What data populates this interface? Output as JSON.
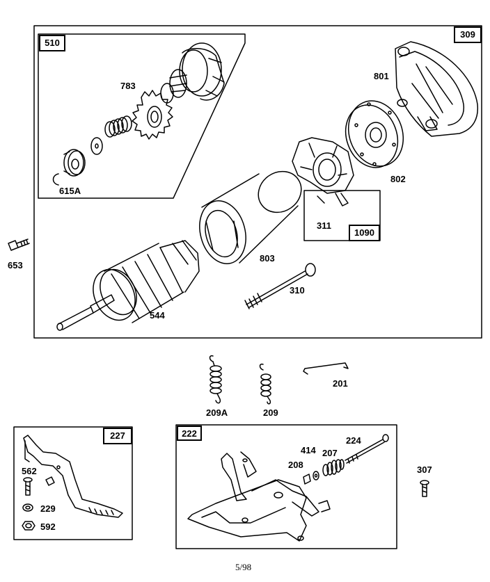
{
  "groups": {
    "g309": "309",
    "g510": "510",
    "g1090": "1090",
    "g227": "227",
    "g222": "222"
  },
  "parts": {
    "p783": "783",
    "p615A": "615A",
    "p801": "801",
    "p802": "802",
    "p311": "311",
    "p803": "803",
    "p653": "653",
    "p310": "310",
    "p544": "544",
    "p209A": "209A",
    "p209": "209",
    "p201": "201",
    "p562": "562",
    "p229": "229",
    "p592": "592",
    "p414": "414",
    "p224": "224",
    "p208": "208",
    "p207": "207",
    "p307": "307"
  },
  "footer": {
    "date": "5/98"
  },
  "colors": {
    "ink": "#000000",
    "paper": "#ffffff"
  }
}
